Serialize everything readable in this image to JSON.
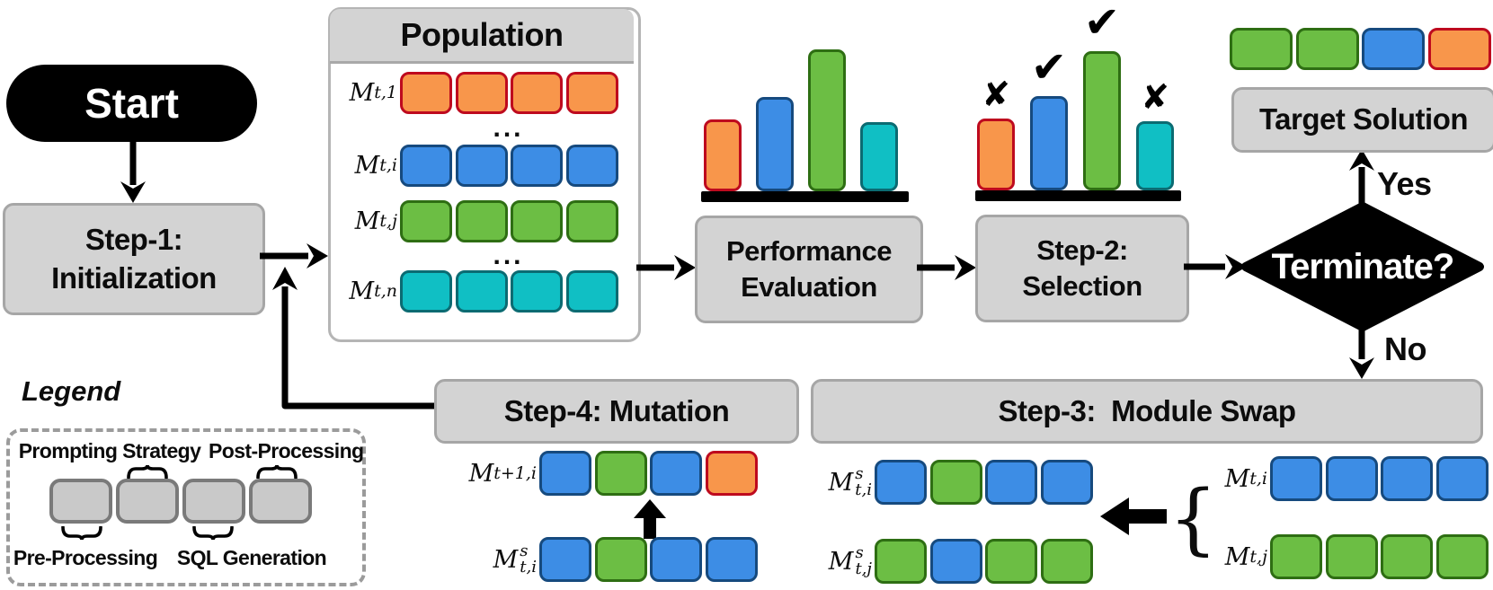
{
  "colors": {
    "orange": {
      "fill": "#F8964B",
      "border": "#BE0A1E"
    },
    "blue": {
      "fill": "#3D8DE5",
      "border": "#164A7E"
    },
    "green": {
      "fill": "#6CBE44",
      "border": "#2E6E13"
    },
    "teal": {
      "fill": "#10BFC4",
      "border": "#0B6B72"
    },
    "gray_box": {
      "fill": "#D3D3D3",
      "border": "#A6A6A6"
    },
    "legend_module": {
      "fill": "#C9C9C9",
      "border": "#7A7A7A"
    },
    "black": "#000000"
  },
  "start": {
    "label": "Start"
  },
  "step1": {
    "line1": "Step-1:",
    "line2": "Initialization"
  },
  "population": {
    "title": "Population",
    "ellipsis": "...",
    "rows": [
      {
        "base": "M",
        "sub": "t,1",
        "cells": [
          "orange",
          "orange",
          "orange",
          "orange"
        ]
      },
      {
        "base": "M",
        "sub": "t,i",
        "cells": [
          "blue",
          "blue",
          "blue",
          "blue"
        ]
      },
      {
        "base": "M",
        "sub": "t,j",
        "cells": [
          "green",
          "green",
          "green",
          "green"
        ]
      },
      {
        "base": "M",
        "sub": "t,n",
        "cells": [
          "teal",
          "teal",
          "teal",
          "teal"
        ]
      }
    ]
  },
  "performance": {
    "line1": "Performance",
    "line2": "Evaluation",
    "bars": [
      {
        "color": "orange",
        "height": 80
      },
      {
        "color": "blue",
        "height": 105
      },
      {
        "color": "green",
        "height": 158
      },
      {
        "color": "teal",
        "height": 77
      }
    ]
  },
  "selection": {
    "line1": "Step-2:",
    "line2": "Selection",
    "bars": [
      {
        "color": "orange",
        "height": 80,
        "mark": "cross"
      },
      {
        "color": "blue",
        "height": 105,
        "mark": "check"
      },
      {
        "color": "green",
        "height": 155,
        "mark": "check"
      },
      {
        "color": "teal",
        "height": 77,
        "mark": "cross"
      }
    ]
  },
  "marks": {
    "check": "✔",
    "cross": "✘"
  },
  "terminate": {
    "label": "Terminate?",
    "yes": "Yes",
    "no": "No"
  },
  "target": {
    "label": "Target Solution",
    "cells": [
      "green",
      "green",
      "blue",
      "orange"
    ]
  },
  "step3": {
    "title": "Step-3:  Module Swap",
    "brace": "{",
    "outputs": [
      {
        "base": "M",
        "sup": "s",
        "sub": "t,i",
        "cells": [
          "blue",
          "green",
          "blue",
          "blue"
        ]
      },
      {
        "base": "M",
        "sup": "s",
        "sub": "t,j",
        "cells": [
          "green",
          "blue",
          "green",
          "green"
        ]
      }
    ],
    "inputs": [
      {
        "base": "M",
        "sub": "t,i",
        "cells": [
          "blue",
          "blue",
          "blue",
          "blue"
        ]
      },
      {
        "base": "M",
        "sub": "t,j",
        "cells": [
          "green",
          "green",
          "green",
          "green"
        ]
      }
    ]
  },
  "step4": {
    "title": "Step-4: Mutation",
    "output": {
      "base": "M",
      "sub": "t+1,i",
      "cells": [
        "blue",
        "green",
        "blue",
        "orange"
      ]
    },
    "input": {
      "base": "M",
      "sup": "s",
      "sub": "t,i",
      "cells": [
        "blue",
        "green",
        "blue",
        "blue"
      ]
    }
  },
  "legend": {
    "title": "Legend",
    "top_labels": [
      "Prompting Strategy",
      "Post-Processing"
    ],
    "bottom_labels": [
      "Pre-Processing",
      "SQL Generation"
    ],
    "modules": [
      "legend_module",
      "legend_module",
      "legend_module",
      "legend_module"
    ]
  }
}
